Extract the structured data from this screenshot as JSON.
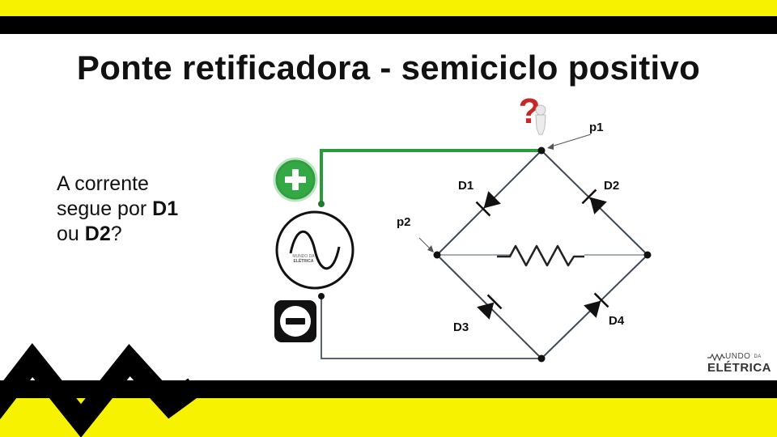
{
  "slide": {
    "title": "Ponte retificadora - semiciclo positivo",
    "question_line1": "A corrente",
    "question_line2_pre": "segue por ",
    "question_line2_bold": "D1",
    "question_line3_pre": "ou ",
    "question_line3_bold": "D2",
    "question_line3_post": "?"
  },
  "circuit": {
    "labels": {
      "p1": "p1",
      "p2": "p2",
      "d1": "D1",
      "d2": "D2",
      "d3": "D3",
      "d4": "D4"
    },
    "source_logo_top": "MUNDO DA",
    "source_logo_bottom": "ELÉTRICA"
  },
  "logo": {
    "top": "UNDO",
    "da": "DA",
    "bottom": "ELÉTRICA"
  },
  "colors": {
    "yellow": "#f7f300",
    "black": "#000000",
    "positive_wire": "#2a9a3a",
    "plus_badge": "#2e9e3e",
    "question_mark": "#c62828"
  },
  "icons": [
    "plus-badge-icon",
    "minus-badge-icon",
    "question-figure-icon",
    "ac-source-icon"
  ]
}
